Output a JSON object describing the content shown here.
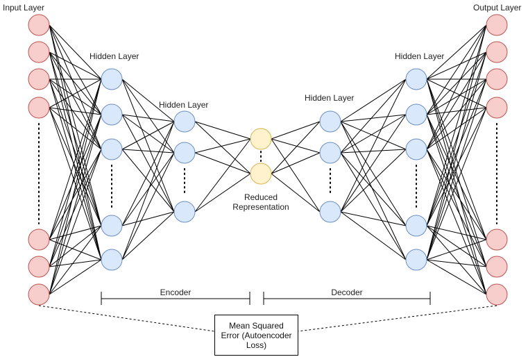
{
  "labels": {
    "input_layer": "Input Layer",
    "output_layer": "Output Layer",
    "hidden_enc_1": "Hidden Layer",
    "hidden_enc_2": "Hidden Layer",
    "hidden_dec_1": "Hidden Layer",
    "hidden_dec_2": "Hidden Layer",
    "reduced_line1": "Reduced",
    "reduced_line2": "Representation",
    "encoder": "Encoder",
    "decoder": "Decoder",
    "loss": "Mean Squared Error (Autoencoder Loss)"
  },
  "colors": {
    "input_fill": "#f8cecc",
    "input_stroke": "#b85450",
    "hidden_fill": "#dae8fc",
    "hidden_stroke": "#6c8ebf",
    "bottleneck_fill": "#fff2cc",
    "bottleneck_stroke": "#d6b656"
  }
}
